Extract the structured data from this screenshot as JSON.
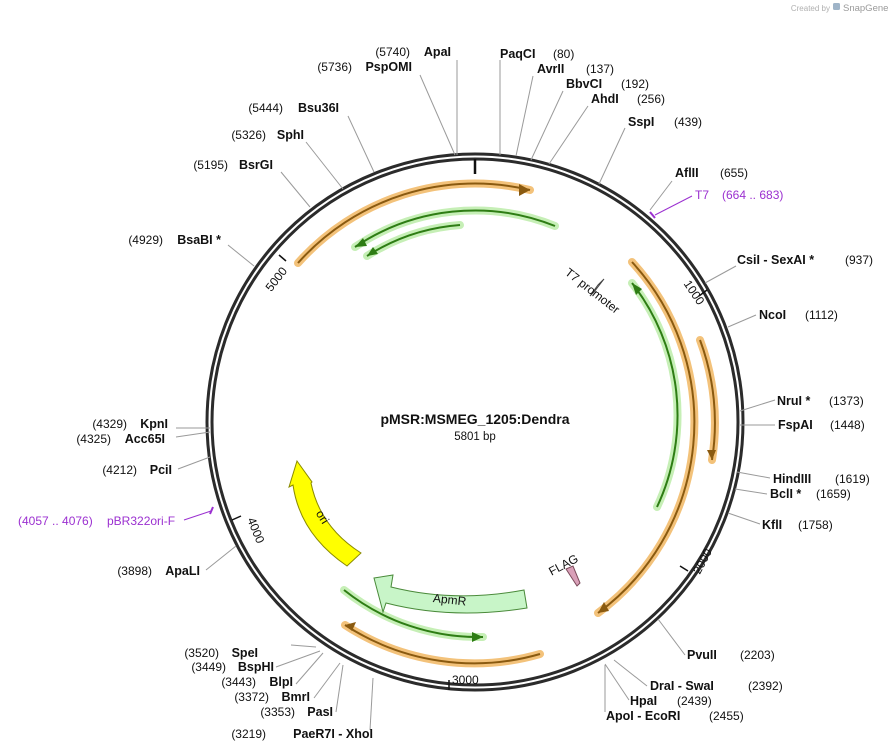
{
  "credit": {
    "prefix": "Created by",
    "brand": "SnapGene"
  },
  "plasmid": {
    "name": "pMSR:MSMEG_1205:Dendra",
    "size_label": "5801 bp",
    "length": 5801
  },
  "ticks": [
    {
      "pos": 1000,
      "label": "1000"
    },
    {
      "pos": 2000,
      "label": "2000"
    },
    {
      "pos": 3000,
      "label": "3000"
    },
    {
      "pos": 4000,
      "label": "4000"
    },
    {
      "pos": 5000,
      "label": "5000"
    }
  ],
  "enzymes": [
    {
      "id": "apai",
      "name": "ApaI",
      "pos": "(5740)",
      "side": "left"
    },
    {
      "id": "pspomi",
      "name": "PspOMI",
      "pos": "(5736)",
      "side": "left"
    },
    {
      "id": "bsu36i",
      "name": "Bsu36I",
      "pos": "(5444)",
      "side": "left"
    },
    {
      "id": "sphi",
      "name": "SphI",
      "pos": "(5326)",
      "side": "left"
    },
    {
      "id": "bsrgi",
      "name": "BsrGI",
      "pos": "(5195)",
      "side": "left"
    },
    {
      "id": "bsabi",
      "name": "BsaBI *",
      "pos": "(4929)",
      "side": "left"
    },
    {
      "id": "kpni",
      "name": "KpnI",
      "pos": "(4329)",
      "side": "left"
    },
    {
      "id": "acc65i",
      "name": "Acc65I",
      "pos": "(4325)",
      "side": "left"
    },
    {
      "id": "pcii",
      "name": "PciI",
      "pos": "(4212)",
      "side": "left"
    },
    {
      "id": "apali",
      "name": "ApaLI",
      "pos": "(3898)",
      "side": "left"
    },
    {
      "id": "spei",
      "name": "SpeI",
      "pos": "(3520)",
      "side": "left"
    },
    {
      "id": "bsphi",
      "name": "BspHI",
      "pos": "(3449)",
      "side": "left"
    },
    {
      "id": "blpi",
      "name": "BlpI",
      "pos": "(3443)",
      "side": "left"
    },
    {
      "id": "bmri",
      "name": "BmrI",
      "pos": "(3372)",
      "side": "left"
    },
    {
      "id": "pasi",
      "name": "PasI",
      "pos": "(3353)",
      "side": "left"
    },
    {
      "id": "paer7i",
      "name": "PaeR7I  - XhoI",
      "pos": "(3219)",
      "side": "left"
    },
    {
      "id": "paqci",
      "name": "PaqCI",
      "pos": "(80)",
      "side": "right"
    },
    {
      "id": "avrii",
      "name": "AvrII",
      "pos": "(137)",
      "side": "right"
    },
    {
      "id": "bbvci",
      "name": "BbvCI",
      "pos": "(192)",
      "side": "right"
    },
    {
      "id": "ahdi",
      "name": "AhdI",
      "pos": "(256)",
      "side": "right"
    },
    {
      "id": "sspi",
      "name": "SspI",
      "pos": "(439)",
      "side": "right"
    },
    {
      "id": "aflii",
      "name": "AflII",
      "pos": "(655)",
      "side": "right"
    },
    {
      "id": "csii",
      "name": "CsiI  - SexAI *",
      "pos": "(937)",
      "side": "right"
    },
    {
      "id": "ncoi",
      "name": "NcoI",
      "pos": "(1112)",
      "side": "right"
    },
    {
      "id": "nrui",
      "name": "NruI *",
      "pos": "(1373)",
      "side": "right"
    },
    {
      "id": "fspai",
      "name": "FspAI",
      "pos": "(1448)",
      "side": "right"
    },
    {
      "id": "hindiii",
      "name": "HindIII",
      "pos": "(1619)",
      "side": "right"
    },
    {
      "id": "bcli",
      "name": "BclI *",
      "pos": "(1659)",
      "side": "right"
    },
    {
      "id": "kfli",
      "name": "KflI",
      "pos": "(1758)",
      "side": "right"
    },
    {
      "id": "pvuii",
      "name": "PvuII",
      "pos": "(2203)",
      "side": "right"
    },
    {
      "id": "drai",
      "name": "DraI  - SwaI",
      "pos": "(2392)",
      "side": "right"
    },
    {
      "id": "hpai",
      "name": "HpaI",
      "pos": "(2439)",
      "side": "right"
    },
    {
      "id": "apoi",
      "name": "ApoI  - EcoRI",
      "pos": "(2455)",
      "side": "right"
    }
  ],
  "primers": [
    {
      "id": "t7",
      "name": "T7",
      "range": "(664 .. 683)"
    },
    {
      "id": "pbr322",
      "name": "pBR322ori-F",
      "range": "(4057 .. 4076)"
    }
  ],
  "features": [
    {
      "id": "t7-promoter",
      "label": "T7 promoter",
      "color": "#ffffff"
    },
    {
      "id": "flag",
      "label": "FLAG",
      "color": "#d9a0b8"
    },
    {
      "id": "apmr",
      "label": "ApmR",
      "color": "#c8f5c8"
    },
    {
      "id": "ori",
      "label": "ori",
      "color": "#ffff00"
    }
  ],
  "colors": {
    "backbone": "#2b2b2b",
    "orf_orange": "#e8a030",
    "orf_green": "#2e7d14",
    "primer": "#9b30d0"
  }
}
